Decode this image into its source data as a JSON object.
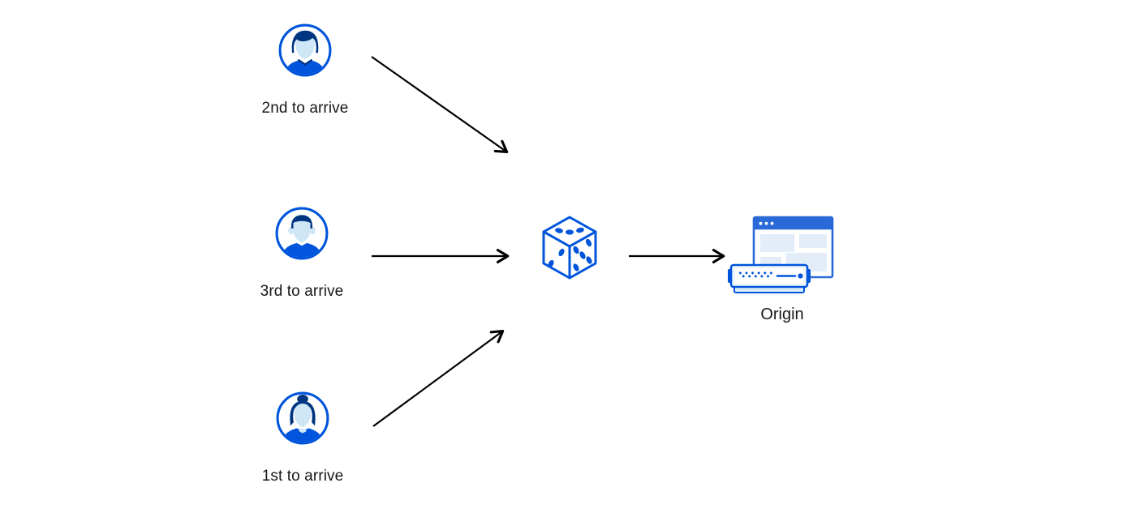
{
  "page": {
    "background_color": "#ffffff",
    "text_color": "#17181a"
  },
  "colors": {
    "primary_blue": "#0055dc",
    "window_blue": "#2a6ad8",
    "dark_navy": "#003681",
    "face_light_blue": "#cfe6f6",
    "panel_light_blue": "#e2edf8",
    "server_body_fill": "#eef6fc",
    "server_base_fill": "#dcecf9",
    "arrow_color": "#000000"
  },
  "diagram": {
    "clients": [
      {
        "label": "2nd to arrive",
        "icon": "male-user-avatar"
      },
      {
        "label": "3rd to arrive",
        "icon": "male-user-avatar"
      },
      {
        "label": "1st to arrive",
        "icon": "female-user-avatar"
      }
    ],
    "randomizer": {
      "icon": "dice-icon"
    },
    "origin": {
      "label": "Origin",
      "icon": "origin-server-browser-icon"
    }
  }
}
